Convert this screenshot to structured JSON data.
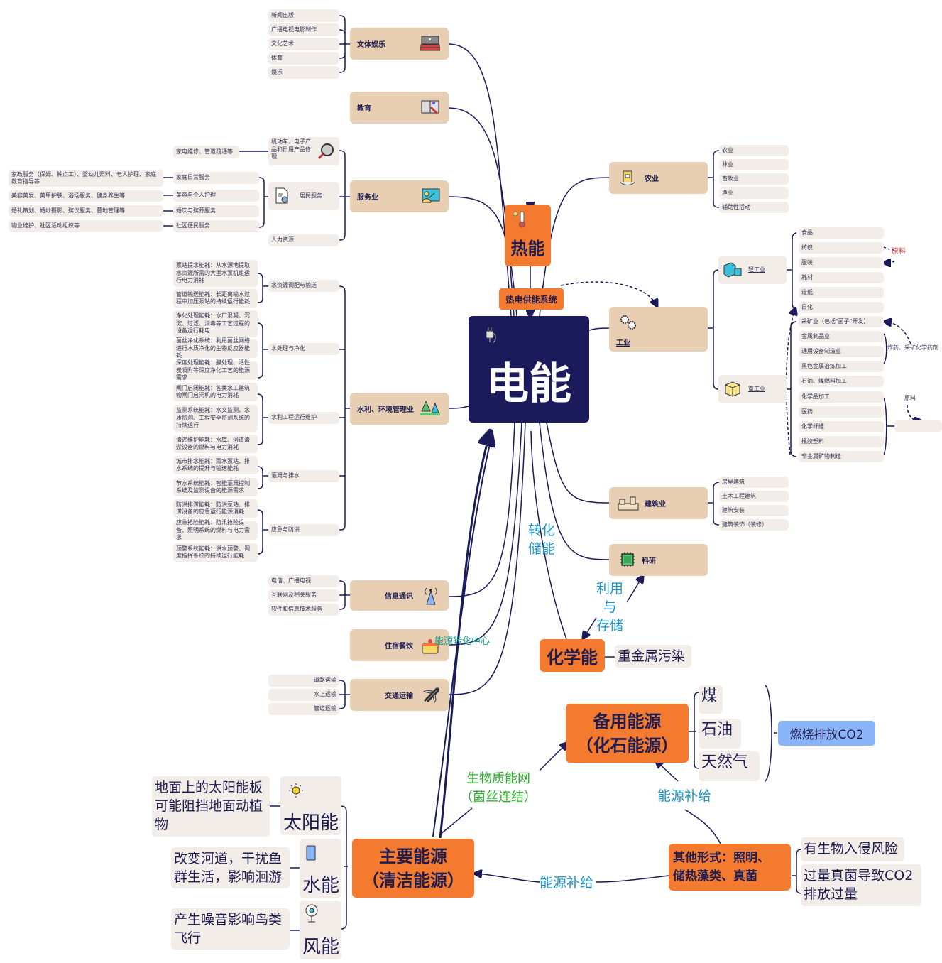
{
  "center": {
    "title": "电能",
    "icon": "plug-icon"
  },
  "thermal": {
    "title": "热能",
    "icon": "thermometer-icon",
    "link_label": "热电供能系统"
  },
  "chemical": {
    "title": "化学能",
    "note": "重金属污染",
    "label_to_center": "转化\n储能",
    "label_to_research": "利用\n与\n存储"
  },
  "left_categories": [
    {
      "label": "文体娱乐",
      "icon": "theater-icon",
      "children": [
        "新闻出版",
        "广播电视电影制作",
        "文化艺术",
        "体育",
        "娱乐"
      ]
    },
    {
      "label": "教育",
      "icon": "book-icon",
      "children": []
    },
    {
      "label": "服务业",
      "icon": "teacher-board-icon",
      "children": [
        {
          "label": "机动车、电子产品和日用产品修理",
          "icon": "magnifier-icon",
          "children": [
            "家电维修、管道疏通等"
          ]
        },
        {
          "label": "居民服务",
          "icon": "document-search-icon",
          "children": [
            {
              "label": "家庭日常服务",
              "detail": "家政服务（保姆、钟点工）、婴幼儿照料、老人护理、家庭教育指导等"
            },
            {
              "label": "美容与个人护理",
              "detail": "美容美发、美甲护肤、浴场服务、健身养生等"
            },
            {
              "label": "婚庆与殡葬服务",
              "detail": "婚礼策划、婚纱摄影、殡仪服务、墓地管理等"
            },
            {
              "label": "社区便民服务",
              "detail": "物业维护、社区活动组织等"
            }
          ]
        },
        {
          "label": "人力资源",
          "children": []
        }
      ]
    },
    {
      "label": "水利、环境管理业",
      "icon": "forest-icon",
      "children": [
        {
          "label": "水资源调配与输送",
          "children": [
            "泵站提水能耗：从水源地提取水资源所需的大型水泵机组运行电力消耗",
            "管道输送能耗：长距离输水过程中加压泵站的持续运行能耗"
          ]
        },
        {
          "label": "水处理与净化",
          "children": [
            "净化处理能耗：水厂混凝、沉淀、过滤、消毒等工艺过程的设备运行耗电",
            "菌丝净化系统：利用菌丝网络进行水质净化的生物反应器能耗",
            "深度处理能耗：膜处理、活性炭吸附等深度净化工艺的能源需求"
          ]
        },
        {
          "label": "水利工程运行维护",
          "children": [
            "闸门启闭能耗：各类水工建筑物闸门启闭机的电力消耗",
            "监测系统能耗：水文监测、水质监测、工程安全监测系统的持续运行",
            "清淤维护能耗：水库、河道清淤设备的燃料与电力消耗"
          ]
        },
        {
          "label": "灌溉与排水",
          "children": [
            "城市排水能耗：雨水泵站、排水系统的提升与输送能耗",
            "节水系统能耗：智能灌溉控制系统及监测设备的能源需求"
          ]
        },
        {
          "label": "应急与防洪",
          "children": [
            "防洪排涝能耗：防洪泵站、排涝设备的应急运行能源消耗",
            "应急抢险能耗：防汛抢险设备、照明系统的燃料与电力需求",
            "预警系统能耗：洪水预警、调度指挥系统的持续运行能耗"
          ]
        }
      ]
    },
    {
      "label": "信息通讯",
      "icon": "antenna-icon",
      "children": [
        "电信、广播电视",
        "互联网及相关服务",
        "软件和信息技术服务"
      ]
    },
    {
      "label": "住宿餐饮",
      "icon": "cake-icon",
      "children": []
    },
    {
      "label": "交通运输",
      "icon": "airplane-icon",
      "children": [
        "道路运输",
        "水上运输",
        "管道运输"
      ]
    }
  ],
  "energy_center_label": "能源转化中心",
  "right_categories": {
    "agriculture": {
      "label": "农业",
      "icon": "grain-bag-icon",
      "children": [
        "农业",
        "林业",
        "畜牧业",
        "渔业",
        "辅助性活动"
      ]
    },
    "industry": {
      "label": "工业",
      "icon": "gears-icon",
      "light": {
        "label": "轻工业",
        "icon": "cubes-icon",
        "children": [
          "食品",
          "纺织",
          "服装",
          "耗材",
          "造纸",
          "日化"
        ]
      },
      "heavy": {
        "label": "重工业",
        "icon": "box-icon",
        "children": [
          "采矿业（包括\"菌子\"开发）",
          "金属制品业",
          "通用设备制造业",
          "黑色金属冶炼加工",
          "石油、煤燃料加工",
          "化学品加工",
          "医药",
          "化学纤维",
          "橡胶塑料",
          "非金属矿物制造"
        ]
      },
      "annotations": {
        "raw_material_red": "原料",
        "explosives": "炸药、采矿化学药剂",
        "raw_material": "原料"
      }
    },
    "construction": {
      "label": "建筑业",
      "icon": "wall-icon",
      "children": [
        "房屋建筑",
        "土木工程建筑",
        "建筑安装",
        "建筑装饰（装修）"
      ]
    },
    "research": {
      "label": "科研",
      "icon": "chip-icon"
    }
  },
  "backup": {
    "title": "备用能源\n（化石能源）",
    "children": [
      "煤",
      "石油",
      "天然气"
    ],
    "summary": "燃烧排放CO2"
  },
  "primary": {
    "title": "主要能源\n（清洁能源）",
    "children": [
      {
        "label": "太阳能",
        "icon": "sun-icon",
        "note": "地面上的太阳能板可能阻挡地面动植物"
      },
      {
        "label": "水能",
        "icon": "water-glass-icon",
        "note": "改变河道，干扰鱼群生活，影响洄游"
      },
      {
        "label": "风能",
        "icon": "fan-icon",
        "note": "产生噪音影响鸟类飞行"
      }
    ]
  },
  "other": {
    "title": "其他形式：照明、\n储热藻类、真菌",
    "children": [
      "有生物入侵风险",
      "过量真菌导致CO2排放过量"
    ]
  },
  "relations": {
    "biomass": "生物质能网\n（菌丝连结）",
    "supply1": "能源补给",
    "supply2": "能源补给"
  },
  "colors": {
    "navy": "#1b1a5a",
    "orange": "#f47a30",
    "tan": "#e8cfb3",
    "leaf": "#f2ede9",
    "blue_label": "#1f96c8",
    "green_label": "#2ab02a",
    "co2_box": "#8ab4f8",
    "red_label": "#e03c3c"
  }
}
